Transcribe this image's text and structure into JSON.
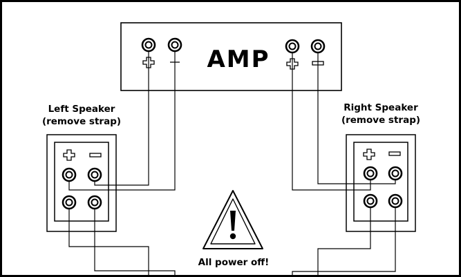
{
  "amp": {
    "label": "AMP"
  },
  "left_speaker": {
    "line1": "Left Speaker",
    "line2": "(remove strap)"
  },
  "right_speaker": {
    "line1": "Right Speaker",
    "line2": "(remove strap)"
  },
  "warning": {
    "text": "All power off!",
    "icon": "warning-triangle-icon"
  },
  "colors": {
    "line": "#000000",
    "background": "#ffffff"
  }
}
